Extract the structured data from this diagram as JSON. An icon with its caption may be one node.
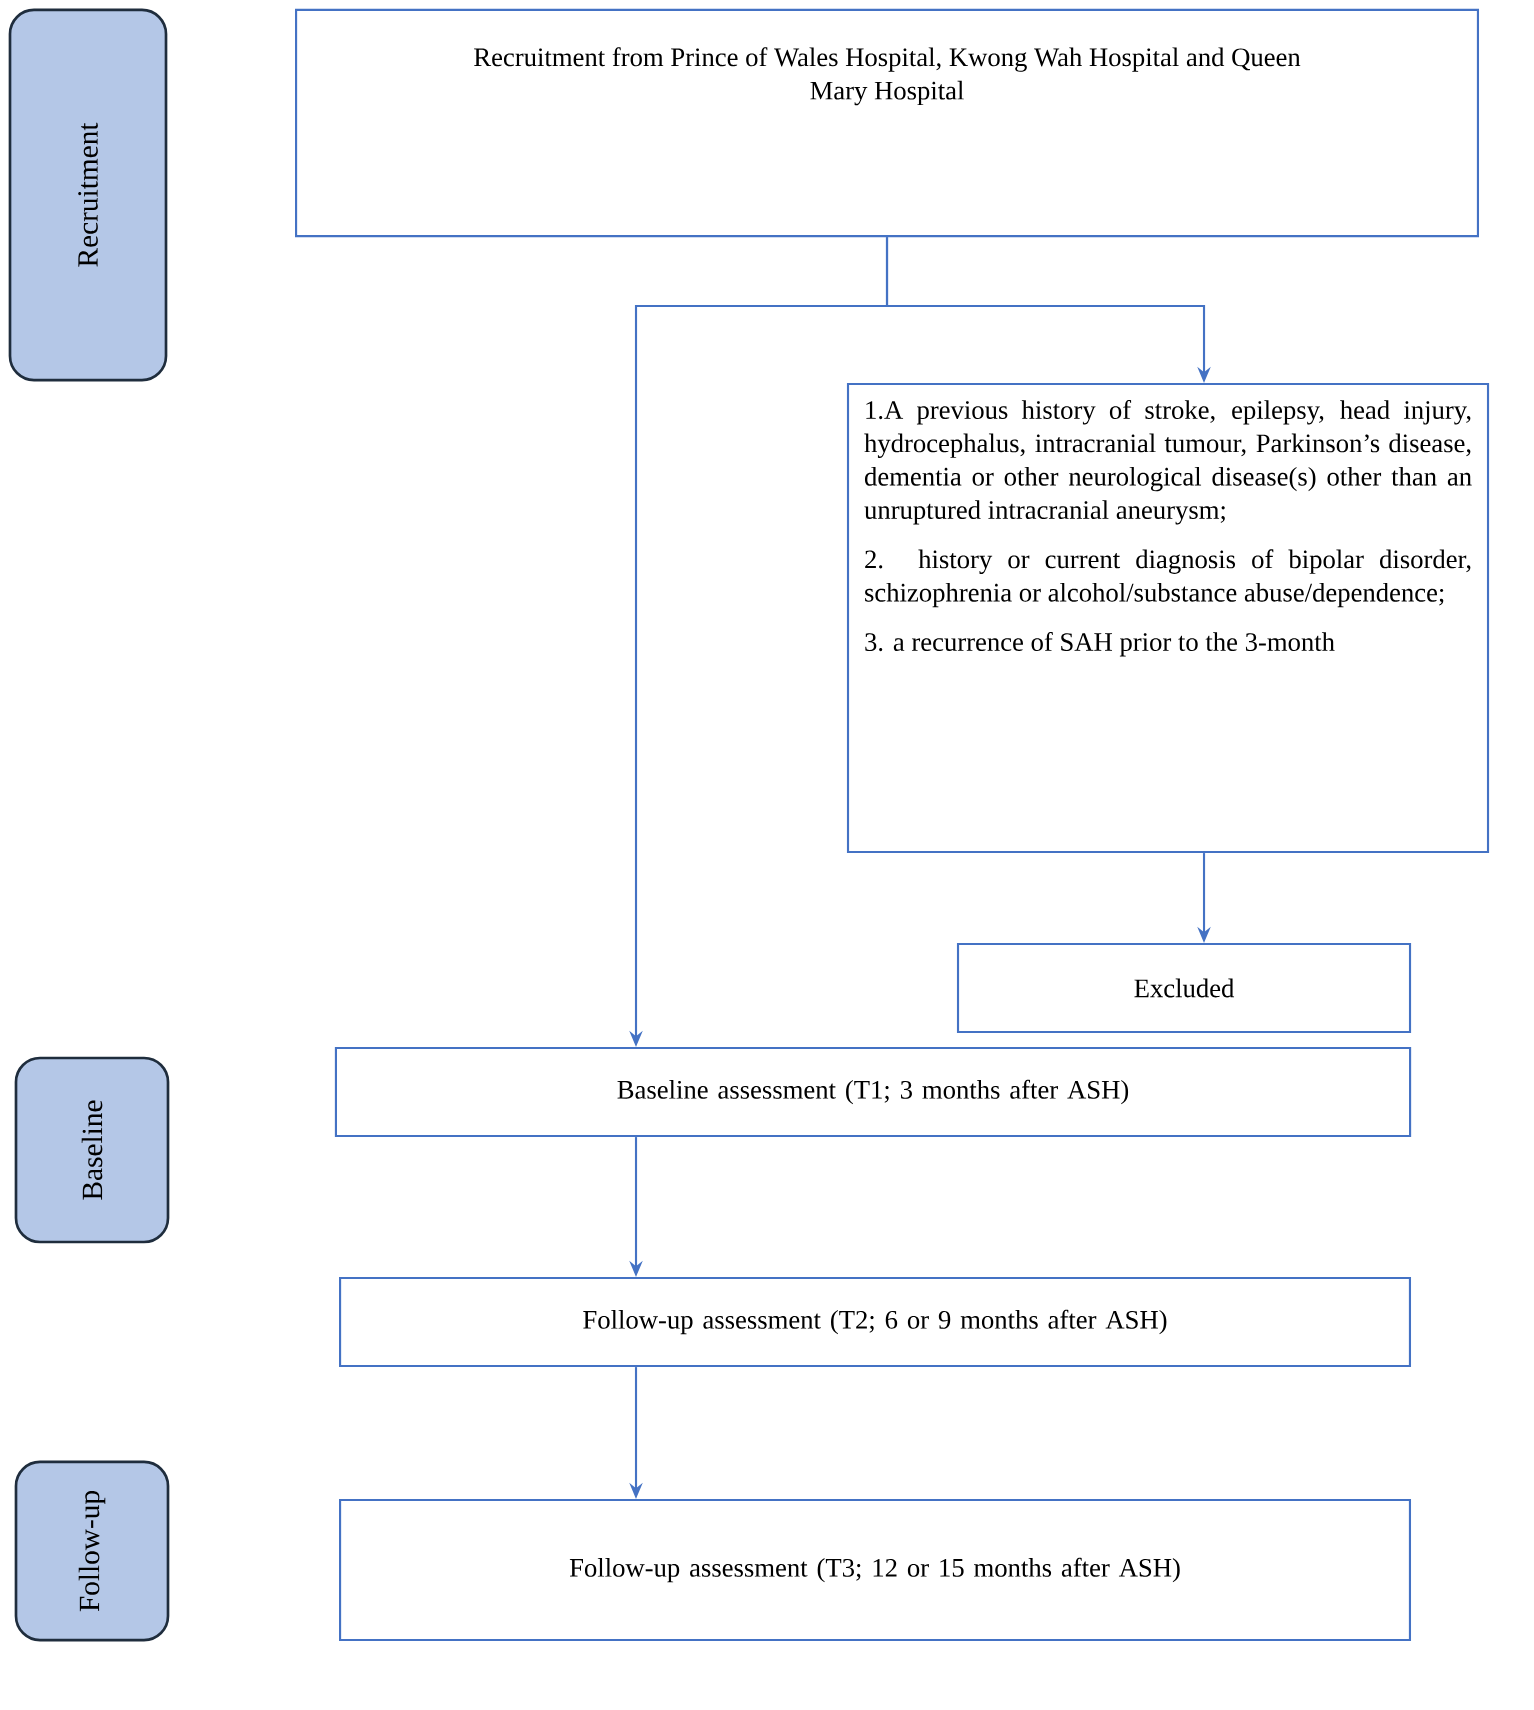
{
  "diagram": {
    "nodes": [
      {
        "text": [
          "Recruitment"
        ]
      },
      {
        "text": [
          "Recruitment from Prince of Wales Hospital, Kwong Wah Hospital and Queen Mary Hospital"
        ]
      },
      {
        "text": [
          "1.A previous history of stroke, epilepsy, head injury, hydrocephalus, intracranial tumour, Parkinson’s disease, dementia or other neurological disease(s) other than an unruptured intracranial aneurysm;",
          "2. history or current diagnosis of bipolar disorder, schizophrenia or alcohol/substance abuse/dependence;",
          "3. a recurrence of SAH prior to the 3-month"
        ]
      },
      {
        "text": [
          "Excluded"
        ]
      },
      {
        "text": [
          "Baseline"
        ]
      },
      {
        "text": [
          "Baseline assessment (T1; 3 months after ASH)"
        ]
      },
      {
        "text": [
          "Follow-up assessment (T2; 6 or 9 months after ASH)"
        ]
      },
      {
        "text": [
          "Follow-up"
        ]
      },
      {
        "text": [
          "Follow-up assessment (T3; 12 or 15 months after ASH)"
        ]
      }
    ],
    "edges": [
      {
        "from": 1,
        "to": 2,
        "arrow": "to"
      },
      {
        "from": 1,
        "to": 5,
        "arrow": "to"
      },
      {
        "from": 2,
        "to": 3,
        "arrow": "to"
      },
      {
        "from": 5,
        "to": 6,
        "arrow": "to"
      },
      {
        "from": 6,
        "to": 8,
        "arrow": "to"
      }
    ]
  }
}
